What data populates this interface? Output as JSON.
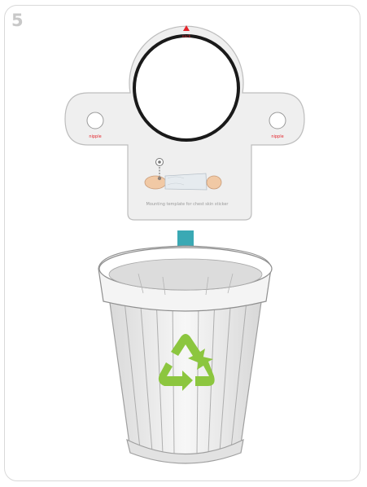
{
  "step": {
    "number": "5"
  },
  "template": {
    "neck_label": "neck",
    "nipple_left_label": "nipple",
    "nipple_right_label": "nipple",
    "caption": "Mounting template for chest skin sticker"
  },
  "colors": {
    "frame_border": "#d9d9d9",
    "step_number": "#c8c8c8",
    "label_red": "#e3242b",
    "arrow_teal": "#3aa9b4",
    "recycle_green": "#8cc63f",
    "bin_gray": "#e9e9e9"
  },
  "icons": {
    "arrow": "down-arrow-icon",
    "recycle": "recycle-icon"
  }
}
